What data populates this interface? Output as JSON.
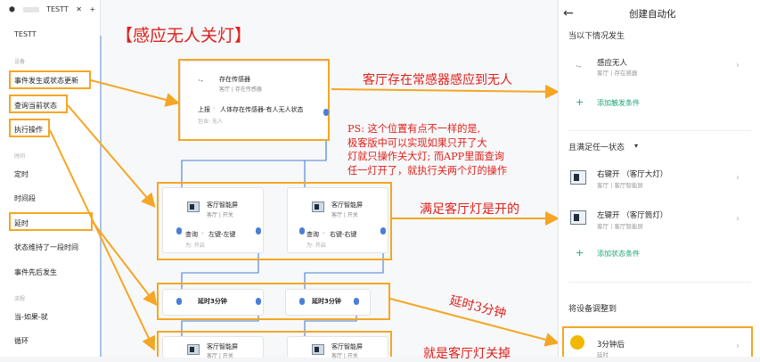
{
  "tabs": {
    "icon_label": "TESTT",
    "new_tab": "+"
  },
  "sidebar": {
    "title": "TESTT",
    "section_device": "设备",
    "section_time": "时间",
    "section_flow": "流程",
    "items": [
      "事件发生或状态更新",
      "查询当前状态",
      "执行操作",
      "定时",
      "时间段",
      "延时",
      "状态维持了一段时间",
      "事件先后发生",
      "当-如果-就",
      "循环"
    ]
  },
  "canvas": {
    "title": "【感应无人关灯】",
    "trigger_node": {
      "name": "存在传感器",
      "sub": "客厅 | 存在传感器",
      "report_prefix": "上报",
      "report": "人体存在传感器-有人无人状态",
      "desc": "包含: 无人"
    },
    "query_nodes": [
      {
        "name": "客厅智能屏",
        "sub": "客厅 | 开关",
        "query": "查询",
        "target": "左键-左键",
        "desc": "为: 开启"
      },
      {
        "name": "客厅智能屏",
        "sub": "客厅 | 开关",
        "query": "查询",
        "target": "右键-右键",
        "desc": "为: 开启"
      }
    ],
    "delay_nodes": [
      "延时3分钟",
      "延时3分钟"
    ],
    "action_nodes": [
      {
        "name": "客厅智能屏",
        "sub": "客厅 | 开关"
      },
      {
        "name": "客厅智能屏",
        "sub": "客厅 | 开关"
      }
    ],
    "annotations": {
      "presence": "客厅存在常感器感应到无人",
      "ps_lines": [
        "PS: 这个位置有点不一样的是,",
        "极客版中可以实现如果只开了大",
        "灯就只操作关大灯; 而APP里面查询",
        "任一灯开了，就执行关两个灯的操作"
      ],
      "lights_on": "满足客厅灯是开的",
      "delay": "延时3分钟",
      "action": "就是客厅灯关掉"
    }
  },
  "panel": {
    "back": "←",
    "title": "创建自动化",
    "when_section": "当以下情况发生",
    "trigger": {
      "name": "感应无人",
      "sub": "客厅 | 存在感器"
    },
    "add_trigger": "添加触发条件",
    "and_section": "且满足任一状态",
    "and_caret": "▾",
    "conditions": [
      {
        "name": "右键开 （客厅大灯）",
        "sub": "客厅 | 客厅智能屏"
      },
      {
        "name": "左键开 （客厅筒灯）",
        "sub": "客厅 | 客厅智能屏"
      }
    ],
    "add_condition": "添加状态条件",
    "action_section": "将设备调整到",
    "action": {
      "name": "3分钟后",
      "sub": "延时"
    },
    "chevron": "›",
    "plus": "+"
  },
  "colors": {
    "annotation_red": "#e0201a",
    "frame_orange": "#f5a623",
    "port_blue": "#4a7fd6",
    "add_green": "#1ea57a"
  }
}
